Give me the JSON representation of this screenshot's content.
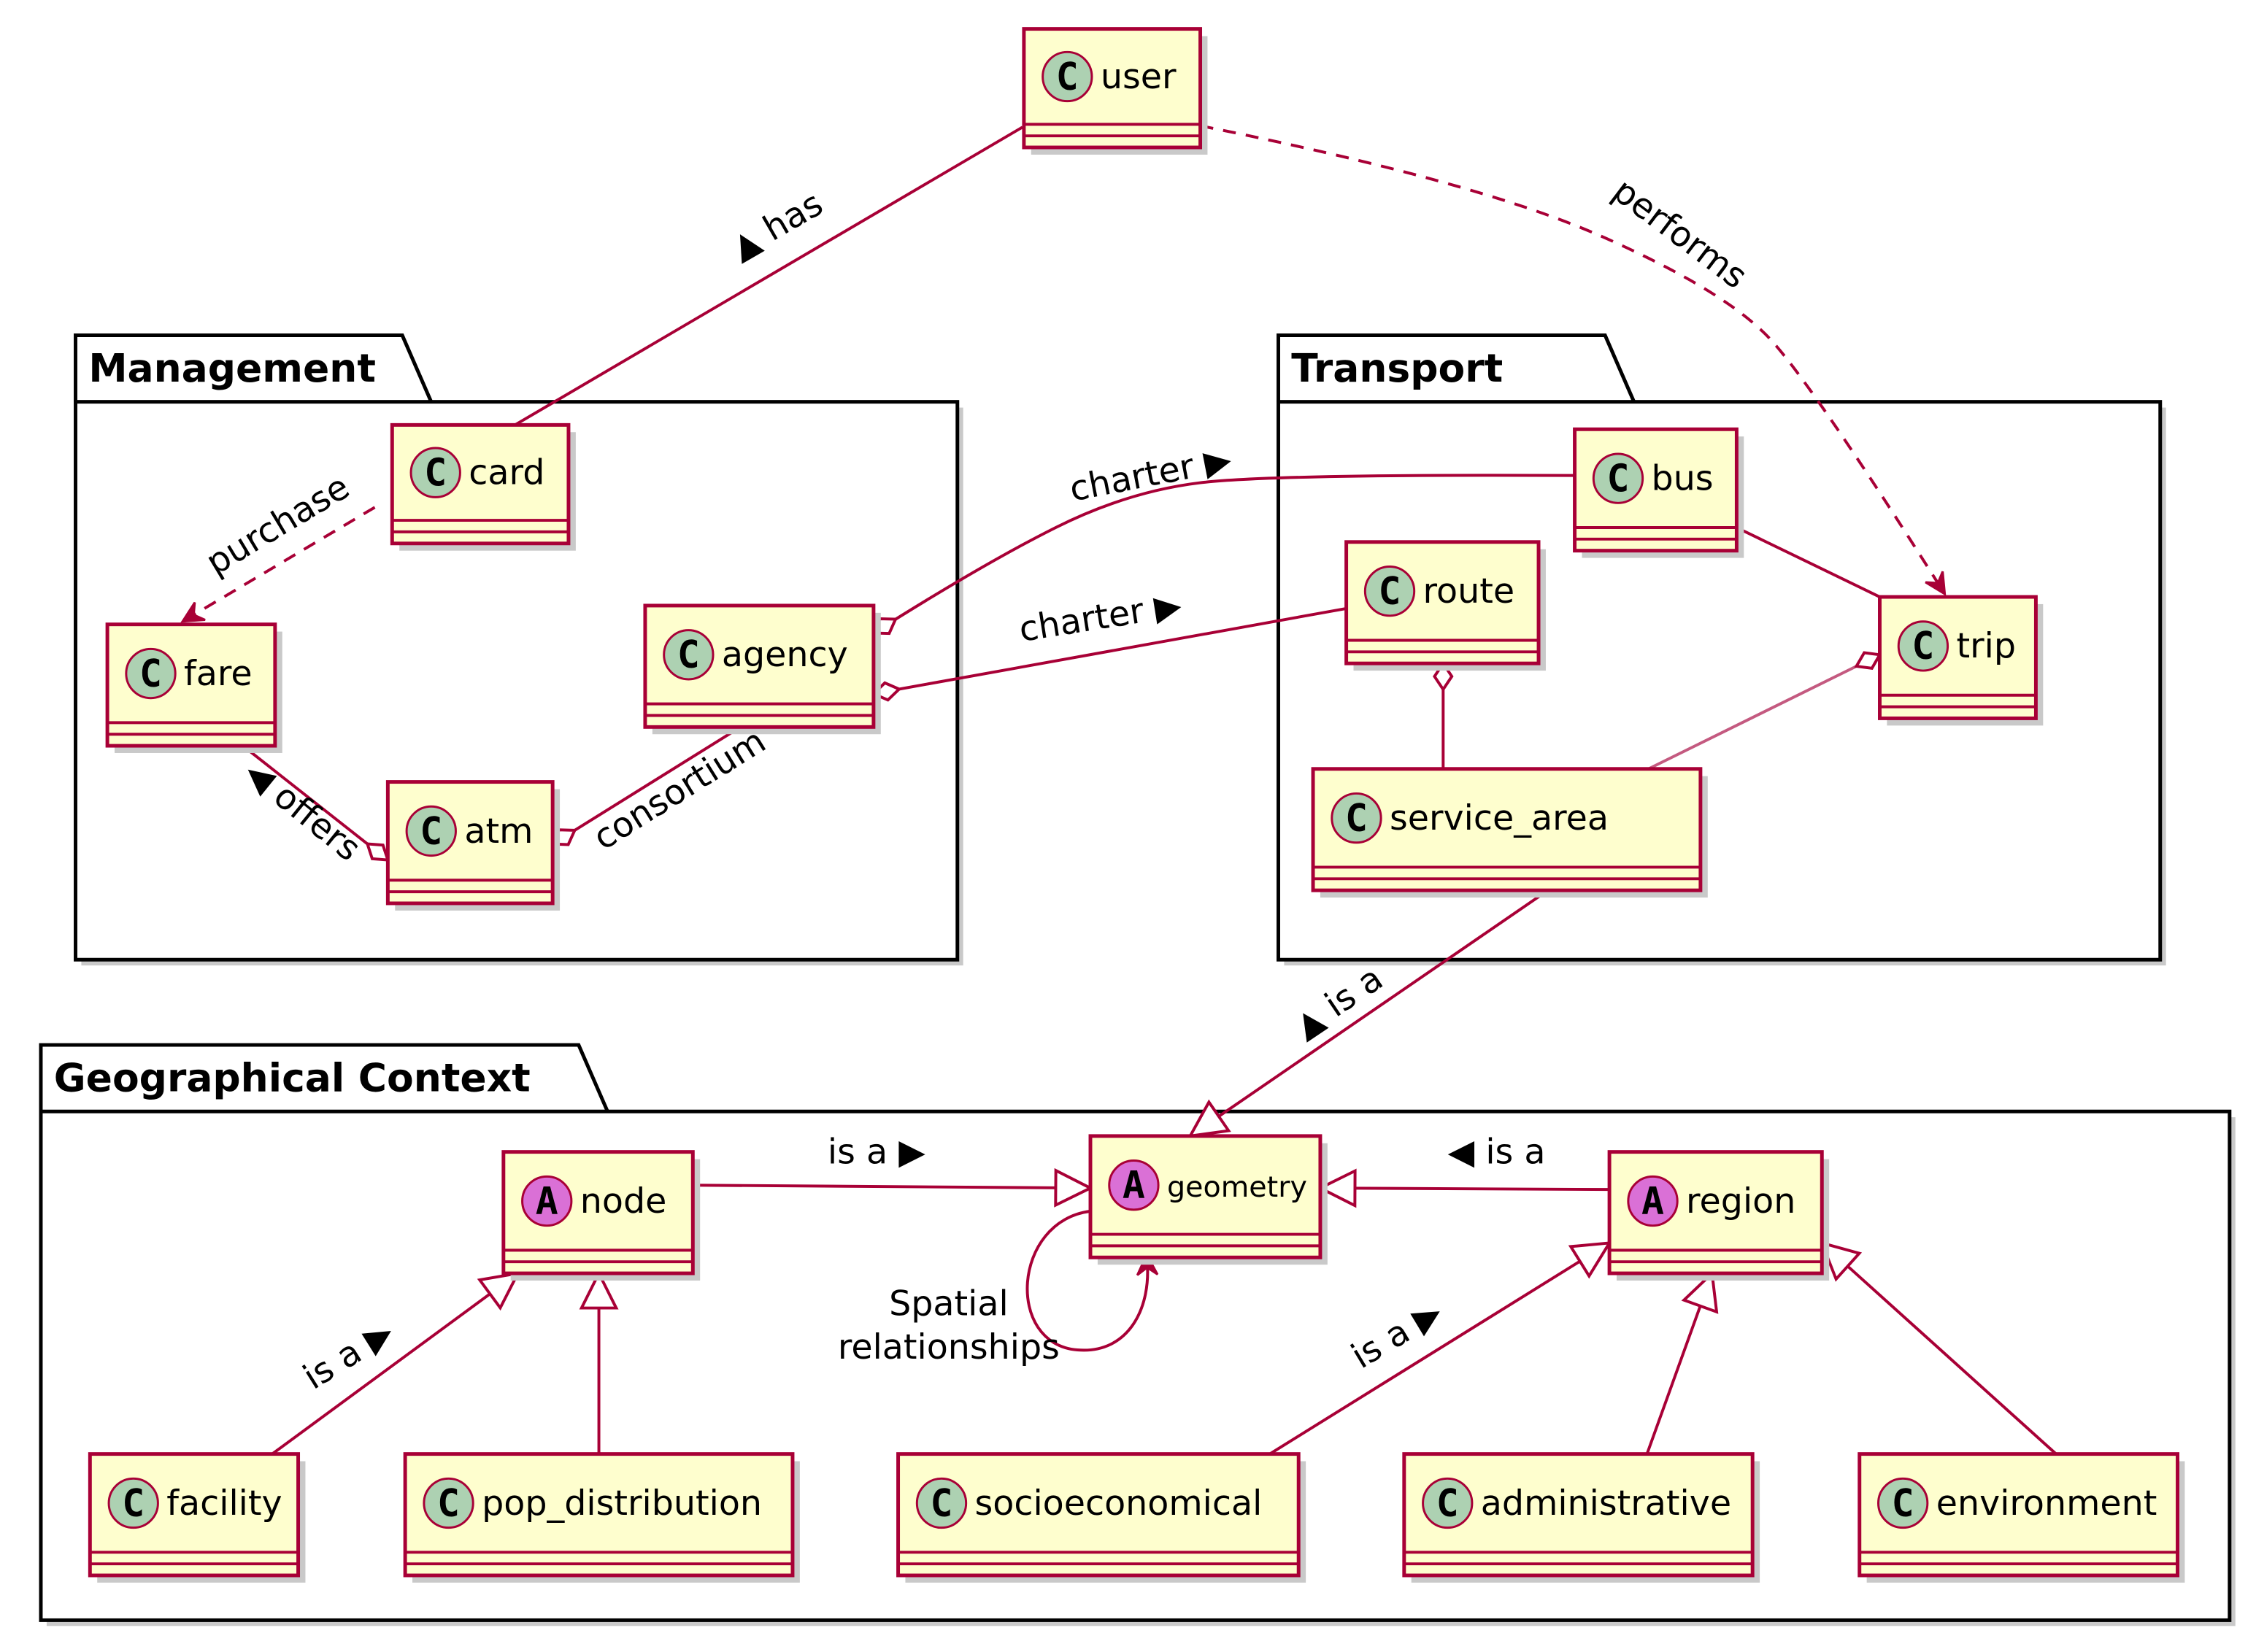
{
  "packages": [
    {
      "id": "management",
      "name": "Management"
    },
    {
      "id": "transport",
      "name": "Transport"
    },
    {
      "id": "geo",
      "name": "Geographical Context"
    }
  ],
  "classes": [
    {
      "id": "user",
      "stereotype": "C",
      "name": "user"
    },
    {
      "id": "card",
      "stereotype": "C",
      "name": "card"
    },
    {
      "id": "fare",
      "stereotype": "C",
      "name": "fare"
    },
    {
      "id": "agency",
      "stereotype": "C",
      "name": "agency"
    },
    {
      "id": "atm",
      "stereotype": "C",
      "name": "atm"
    },
    {
      "id": "bus",
      "stereotype": "C",
      "name": "bus"
    },
    {
      "id": "route",
      "stereotype": "C",
      "name": "route"
    },
    {
      "id": "trip",
      "stereotype": "C",
      "name": "trip"
    },
    {
      "id": "service_area",
      "stereotype": "C",
      "name": "service_area"
    },
    {
      "id": "node",
      "stereotype": "A",
      "name": "node"
    },
    {
      "id": "geometry",
      "stereotype": "A",
      "name": "geometry"
    },
    {
      "id": "region",
      "stereotype": "A",
      "name": "region"
    },
    {
      "id": "facility",
      "stereotype": "C",
      "name": "facility"
    },
    {
      "id": "pop_distribution",
      "stereotype": "C",
      "name": "pop_distribution"
    },
    {
      "id": "socioeconomical",
      "stereotype": "C",
      "name": "socioeconomical"
    },
    {
      "id": "administrative",
      "stereotype": "C",
      "name": "administrative"
    },
    {
      "id": "environment",
      "stereotype": "C",
      "name": "environment"
    }
  ],
  "relations": [
    {
      "from": "user",
      "to": "card",
      "type": "association",
      "label": "▲ has"
    },
    {
      "from": "user",
      "to": "trip",
      "type": "dependency",
      "label": "performs"
    },
    {
      "from": "card",
      "to": "fare",
      "type": "dependency",
      "label": "purchase"
    },
    {
      "from": "atm",
      "to": "fare",
      "type": "aggregation",
      "label": "◀ offers"
    },
    {
      "from": "atm",
      "to": "agency",
      "type": "aggregation",
      "label": "consortium"
    },
    {
      "from": "agency",
      "to": "bus",
      "type": "aggregation",
      "label": "charter ▶"
    },
    {
      "from": "agency",
      "to": "route",
      "type": "aggregation",
      "label": "charter ▶"
    },
    {
      "from": "route",
      "to": "service_area",
      "type": "aggregation",
      "label": ""
    },
    {
      "from": "bus",
      "to": "trip",
      "type": "association",
      "label": ""
    },
    {
      "from": "trip",
      "to": "service_area",
      "type": "aggregation",
      "label": ""
    },
    {
      "from": "service_area",
      "to": "geometry",
      "type": "generalization",
      "label": "▲ is a"
    },
    {
      "from": "node",
      "to": "geometry",
      "type": "generalization",
      "label": "is a ▶"
    },
    {
      "from": "region",
      "to": "geometry",
      "type": "generalization",
      "label": "◀ is a"
    },
    {
      "from": "geometry",
      "to": "geometry",
      "type": "self",
      "label_lines": [
        "Spatial",
        "relationships"
      ]
    },
    {
      "from": "facility",
      "to": "node",
      "type": "generalization",
      "label": "is a ▶"
    },
    {
      "from": "pop_distribution",
      "to": "node",
      "type": "generalization",
      "label": ""
    },
    {
      "from": "socioeconomical",
      "to": "region",
      "type": "generalization",
      "label": "is a ▶"
    },
    {
      "from": "administrative",
      "to": "region",
      "type": "generalization",
      "label": ""
    },
    {
      "from": "environment",
      "to": "region",
      "type": "generalization",
      "label": ""
    }
  ],
  "colors": {
    "line": "#a80036",
    "class_fill": "#fefece",
    "class_border": "#a80036",
    "circle_c": "#add1b2",
    "circle_a": "#da70d6",
    "package_border": "#000000",
    "package_fill": "#ffffff",
    "text": "#000000",
    "shadow": "#c9c9c9"
  }
}
